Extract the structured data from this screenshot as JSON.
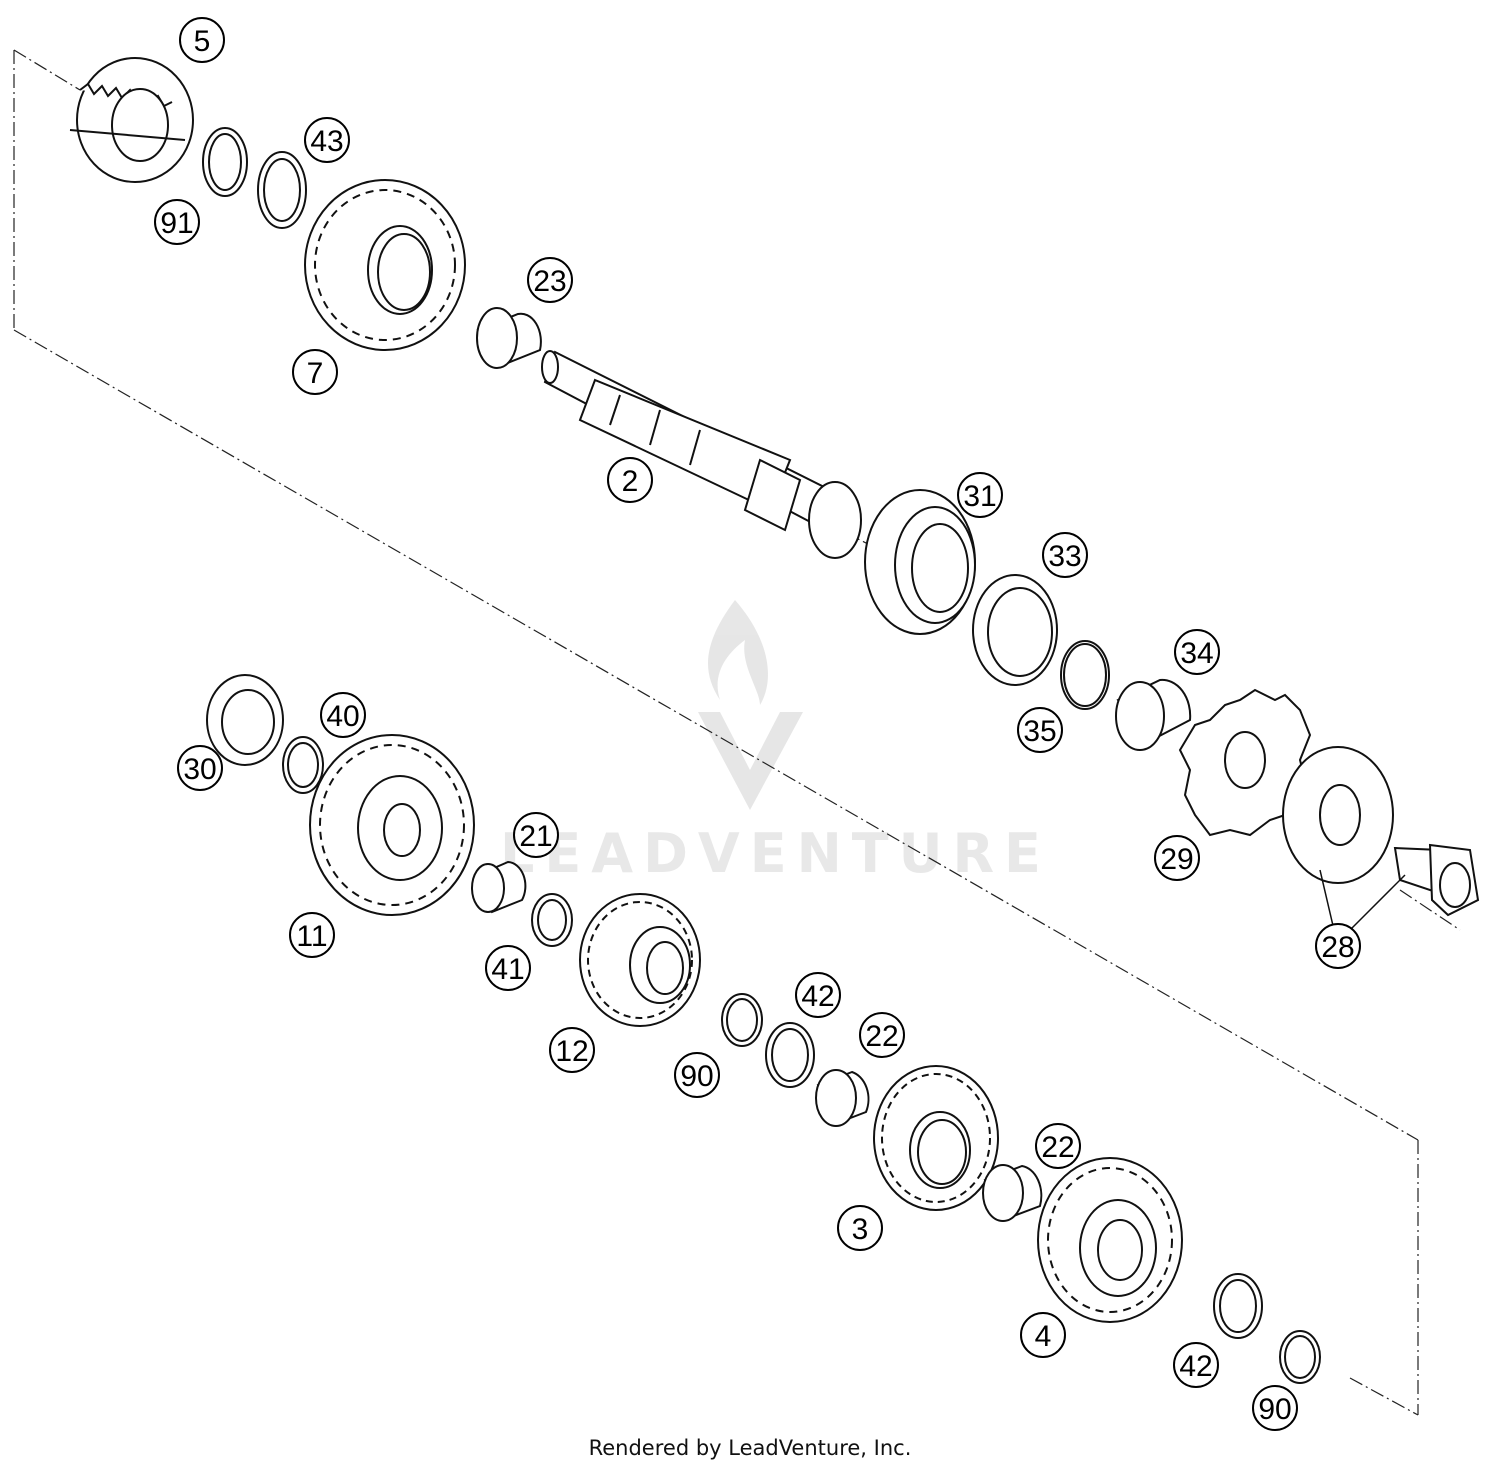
{
  "diagram": {
    "callouts": [
      {
        "id": "5",
        "label": "5"
      },
      {
        "id": "91a",
        "label": "91"
      },
      {
        "id": "43",
        "label": "43"
      },
      {
        "id": "7",
        "label": "7"
      },
      {
        "id": "23",
        "label": "23"
      },
      {
        "id": "2",
        "label": "2"
      },
      {
        "id": "31",
        "label": "31"
      },
      {
        "id": "33",
        "label": "33"
      },
      {
        "id": "35",
        "label": "35"
      },
      {
        "id": "34",
        "label": "34"
      },
      {
        "id": "29",
        "label": "29"
      },
      {
        "id": "28",
        "label": "28"
      },
      {
        "id": "30",
        "label": "30"
      },
      {
        "id": "40",
        "label": "40"
      },
      {
        "id": "11",
        "label": "11"
      },
      {
        "id": "21",
        "label": "21"
      },
      {
        "id": "41",
        "label": "41"
      },
      {
        "id": "12",
        "label": "12"
      },
      {
        "id": "90a",
        "label": "90"
      },
      {
        "id": "42a",
        "label": "42"
      },
      {
        "id": "22a",
        "label": "22"
      },
      {
        "id": "3",
        "label": "3"
      },
      {
        "id": "22b",
        "label": "22"
      },
      {
        "id": "4",
        "label": "4"
      },
      {
        "id": "42b",
        "label": "42"
      },
      {
        "id": "90b",
        "label": "90"
      }
    ]
  },
  "watermark": {
    "text": "LEADVENTURE",
    "logo_icon": "flame-v-logo"
  },
  "footer": {
    "text": "Rendered by LeadVenture, Inc."
  }
}
